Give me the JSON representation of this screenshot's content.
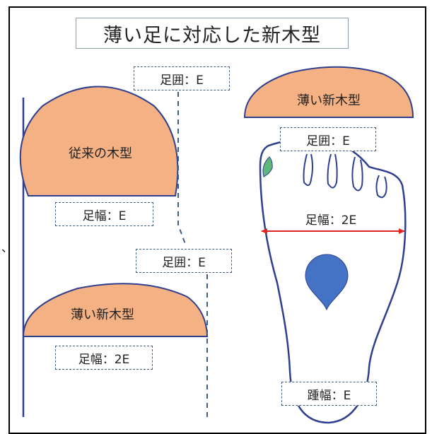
{
  "title": "薄い足に対応した新木型",
  "labels": {
    "girth_top": "足囲：E",
    "width_conventional": "足幅：E",
    "girth_middle": "足囲：E",
    "width_new": "足幅：2E",
    "foot_girth": "足囲：E",
    "foot_width": "足幅：2E",
    "heel_width": "踵幅：E"
  },
  "shapes": {
    "conventional_last": "従来の木型",
    "new_last_left": "薄い新木型",
    "new_last_right": "薄い新木型"
  },
  "edge_mark": "、",
  "colors": {
    "last_fill": "#f4b183",
    "outline": "#2e3f8f",
    "marker_blue": "#4472c4",
    "toe_green": "#5fb87a",
    "width_arrow": "#e32222",
    "dashed_border": "#3f5f82"
  }
}
